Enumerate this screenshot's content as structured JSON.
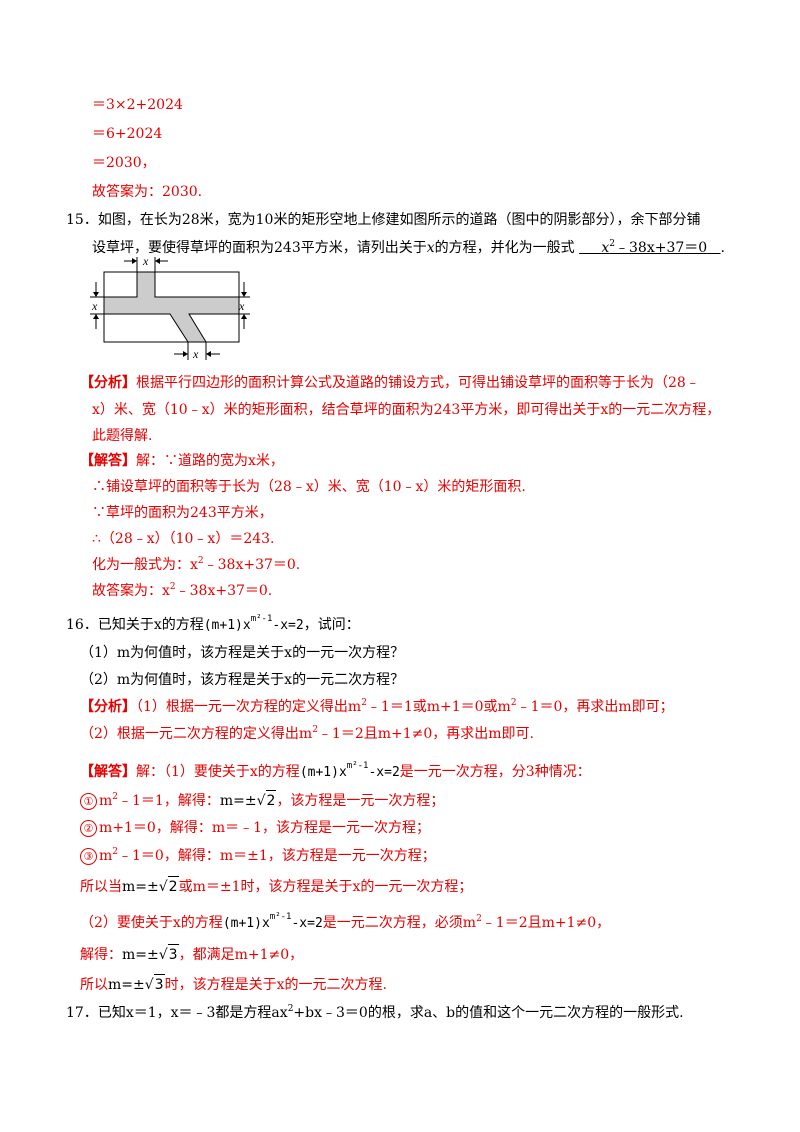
{
  "prev": {
    "l1": "＝3×2+2024",
    "l2": "＝6+2024",
    "l3": "＝2030，",
    "ans_label": "故答案为：",
    "ans_val": "2030."
  },
  "q15": {
    "num": "15．",
    "text1": "如图，在长为28米，宽为10米的矩形空地上修建如图所示的道路（图中的阴影部分），余下部分铺",
    "text2a": "设草坪，要使得草坪的面积为243平方米，请列出关于",
    "var": "x",
    "text2b": "的方程，并化为一般式",
    "answer_x": "x",
    "answer_exp": "2",
    "answer_rest": "﹣38x+37＝0",
    "end": ".",
    "fig_label": "x",
    "analysis_tag": "【分析】",
    "analysis1": "根据平行四边形的面积计算公式及道路的铺设方式，可得出铺设草坪的面积等于长为（28﹣",
    "analysis2": "x）米、宽（10﹣x）米的矩形面积，结合草坪的面积为243平方米，即可得出关于x的一元二次方程，",
    "analysis3": "此题得解.",
    "solution_tag": "【解答】",
    "s1": "解：∵道路的宽为x米，",
    "s2": "∴铺设草坪的面积等于长为（28﹣x）米、宽（10﹣x）米的矩形面积.",
    "s3": "∵草坪的面积为243平方米，",
    "s4": "∴（28﹣x）（10﹣x）＝243.",
    "s5a": "化为一般式为：x",
    "s5b": "﹣38x+37＝0.",
    "s6a": "故答案为：x",
    "s6b": "﹣38x+37＝0.",
    "sq": "2"
  },
  "q16": {
    "num": "16．",
    "t1": "已知关于x的方程",
    "eq_base": "(m+1)x",
    "eq_exp": "m²-1",
    "eq_tail": "-x=2",
    "t2": "，试问：",
    "p1": "（1）m为何值时，该方程是关于x的一元一次方程？",
    "p2": "（2）m为何值时，该方程是关于x的一元二次方程？",
    "analysis_tag": "【分析】",
    "a1a": "（1）根据一元一次方程的定义得出m",
    "a1b": "﹣1＝1或m+1＝0或m",
    "a1c": "﹣1＝0，再求出m即可；",
    "a2a": "（2）根据一元二次方程的定义得出m",
    "a2b": "﹣1＝2且m+1≠0，再求出m即可.",
    "solution_tag": "【解答】",
    "b1": "解：（1）要使关于x的方程",
    "b2": "是一元一次方程，分3种情况：",
    "c1": "①",
    "c1a": "m",
    "c1b": "﹣1＝1，解得：",
    "c1c": "，该方程是一元一次方程；",
    "c2": "②",
    "c2t": "m+1＝0，解得：m＝﹣1，该方程是一元一次方程；",
    "c3": "③",
    "c3a": "m",
    "c3b": "﹣1＝0，解得：m＝±1，该方程是一元一次方程；",
    "so1": "所以当",
    "so2": "或m＝±1时，该方程是关于x的一元一次方程；",
    "d1": "（2）要使关于x的方程",
    "d2": "是一元二次方程，必须m",
    "d3": "﹣1＝2且m+1≠0，",
    "e1": "解得：",
    "e2": "，都满足m+1≠0，",
    "f1": "所以",
    "f2": "时，该方程是关于x的一元二次方程.",
    "m_eq": "m=±",
    "root2": "2",
    "root3": "3",
    "sq": "2"
  },
  "q17": {
    "num": "17．",
    "t1": "已知x＝1，x＝﹣3都是方程ax",
    "t2": "+bx﹣3＝0的根，求a、b的值和这个一元二次方程的一般形式."
  }
}
